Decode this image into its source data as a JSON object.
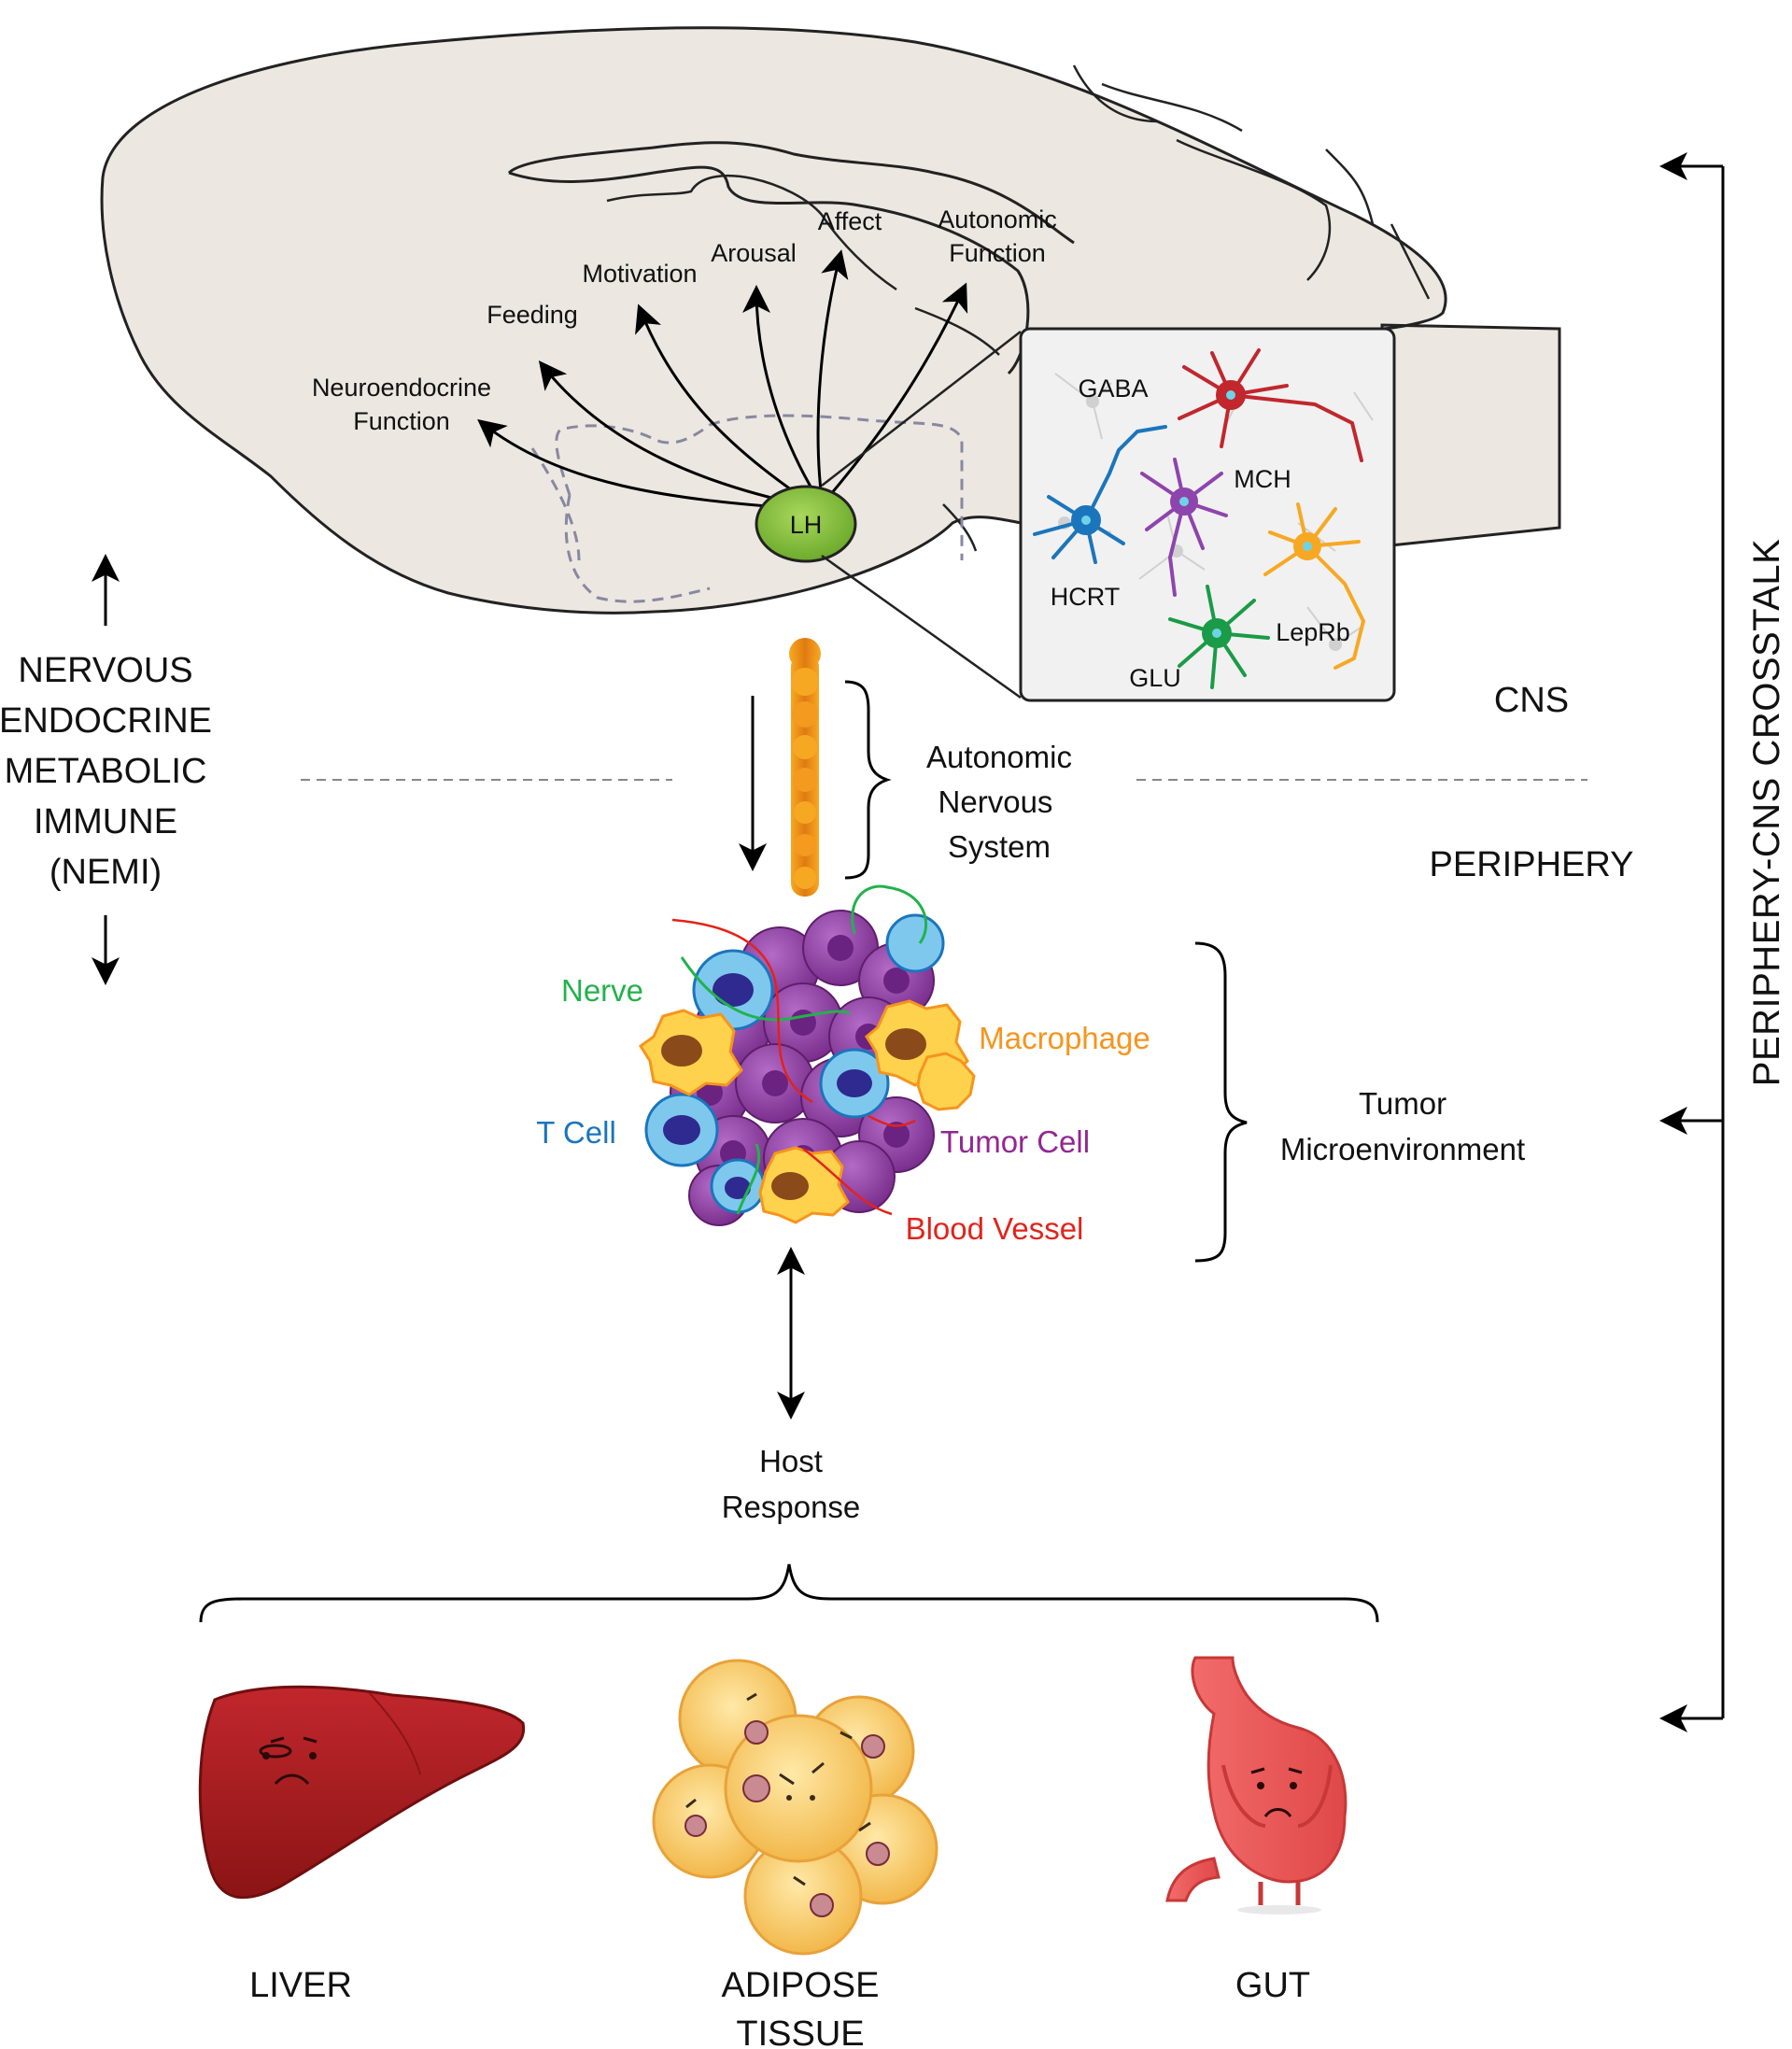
{
  "brain": {
    "functions": {
      "neuroendocrine": [
        "Neuroendocrine",
        "Function"
      ],
      "feeding": "Feeding",
      "motivation": "Motivation",
      "arousal": "Arousal",
      "affect": "Affect",
      "autonomic": [
        "Autonomic",
        "Function"
      ]
    },
    "lh_label": "LH",
    "neurons": {
      "gaba": "GABA",
      "mch": "MCH",
      "hcrt": "HCRT",
      "leprb": "LepRb",
      "glu": "GLU"
    }
  },
  "nemi": {
    "lines": [
      "NERVOUS",
      "ENDOCRINE",
      "METABOLIC",
      "IMMUNE",
      "(NEMI)"
    ]
  },
  "regions": {
    "cns": "CNS",
    "periphery": "PERIPHERY"
  },
  "ans": {
    "lines": [
      "Autonomic",
      "Nervous",
      "System"
    ]
  },
  "tumor": {
    "labels": {
      "nerve": "Nerve",
      "macrophage": "Macrophage",
      "t_cell": "T Cell",
      "tumor_cell": "Tumor Cell",
      "blood_vessel": "Blood Vessel"
    },
    "microenvironment": [
      "Tumor",
      "Microenvironment"
    ]
  },
  "host_response": [
    "Host",
    "Response"
  ],
  "organs": {
    "liver": "LIVER",
    "adipose": [
      "ADIPOSE",
      "TISSUE"
    ],
    "gut": "GUT"
  },
  "crosstalk": "PERIPHERY-CNS CROSSTALK",
  "colors": {
    "brain_fill": "#ECE7E1",
    "lh_fill": "#8CC63F",
    "nerve": "#22B24C",
    "macrophage": "#F7941D",
    "t_cell": "#1B75BC",
    "tumor_cell": "#92278F",
    "blood_vessel": "#E2231A",
    "gaba_neuron": "#C1272D",
    "mch_neuron": "#8E44AD",
    "hcrt_neuron": "#1B75BC",
    "leprb_neuron": "#F7A823",
    "glu_neuron": "#1A9B47"
  }
}
